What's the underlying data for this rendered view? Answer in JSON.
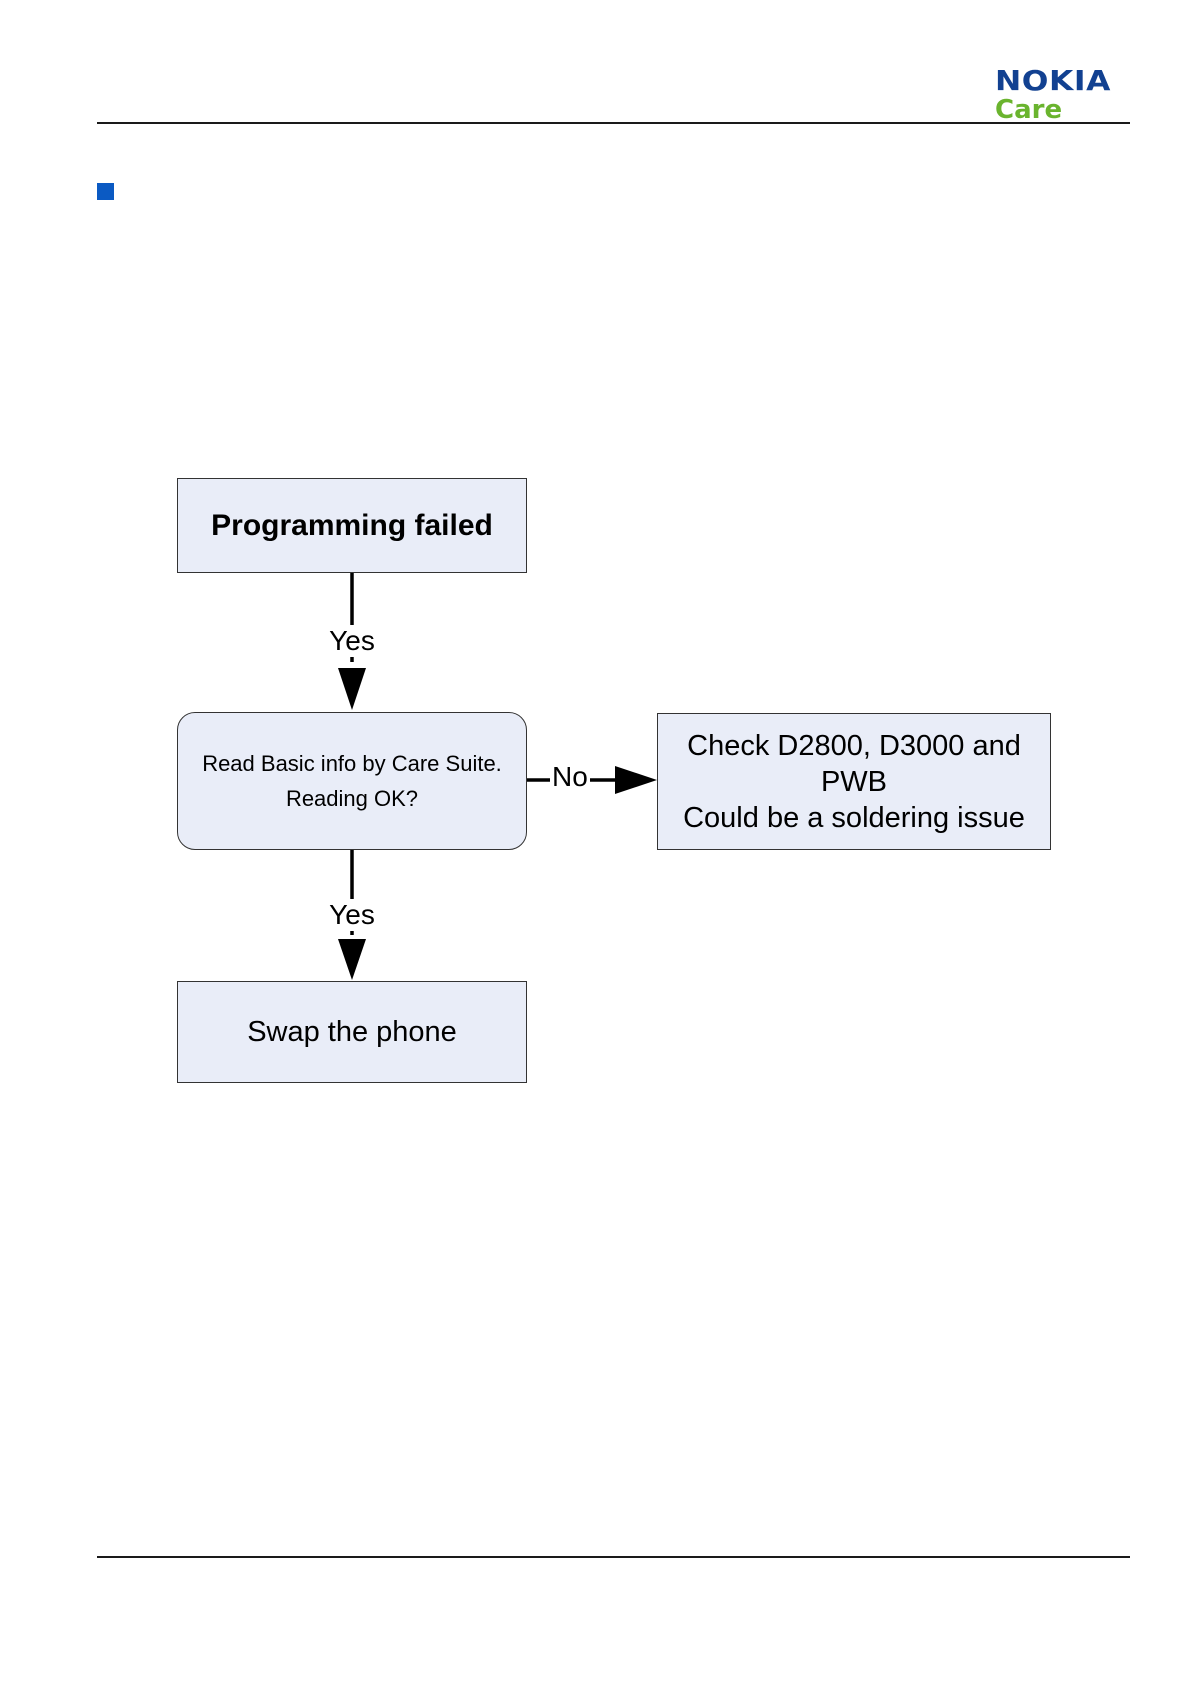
{
  "header": {
    "logo": {
      "brand": "NOKIA",
      "sub": "Care"
    }
  },
  "colors": {
    "brand_blue": "#124191",
    "brand_green": "#6ab42e",
    "bullet_blue": "#0b5ac3",
    "node_fill": "#e9edf8",
    "node_border": "#333333"
  },
  "flowchart": {
    "nodes": [
      {
        "id": "start",
        "text": "Programming failed"
      },
      {
        "id": "read_basic_info",
        "text": "Read Basic info by Care Suite.\nReading OK?"
      },
      {
        "id": "check_components",
        "text": "Check D2800, D3000 and\nPWB\nCould be a soldering issue"
      },
      {
        "id": "swap",
        "text": "Swap the phone"
      }
    ],
    "edges": [
      {
        "from": "start",
        "to": "read_basic_info",
        "label": "Yes"
      },
      {
        "from": "read_basic_info",
        "to": "check_components",
        "label": "No"
      },
      {
        "from": "read_basic_info",
        "to": "swap",
        "label": "Yes"
      }
    ]
  }
}
